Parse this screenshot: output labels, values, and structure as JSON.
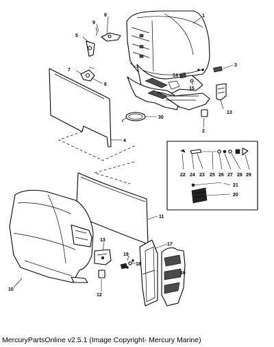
{
  "caption": "MercuryPartsOnline v2.5.1 (Image Copyright- Mercury Marine)",
  "callouts": [
    "1",
    "2",
    "3",
    "4",
    "5",
    "6",
    "7",
    "8",
    "9",
    "10",
    "11",
    "12",
    "13",
    "13",
    "14",
    "15",
    "16",
    "17",
    "18",
    "19",
    "20",
    "21",
    "22",
    "23",
    "24",
    "25",
    "26",
    "27",
    "28",
    "29",
    "30"
  ]
}
